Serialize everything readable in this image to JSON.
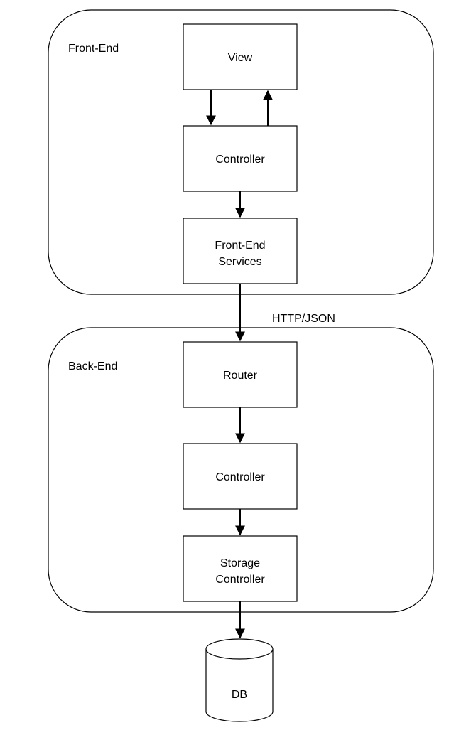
{
  "containers": {
    "front_end": {
      "label": "Front-End"
    },
    "back_end": {
      "label": "Back-End"
    }
  },
  "nodes": {
    "view": {
      "label": "View"
    },
    "fe_controller": {
      "label": "Controller"
    },
    "fe_services": {
      "line1": "Front-End",
      "line2": "Services"
    },
    "router": {
      "label": "Router"
    },
    "be_controller": {
      "label": "Controller"
    },
    "storage_controller": {
      "line1": "Storage",
      "line2": "Controller"
    },
    "db": {
      "label": "DB"
    }
  },
  "edges": {
    "http_json_label": "HTTP/JSON"
  }
}
